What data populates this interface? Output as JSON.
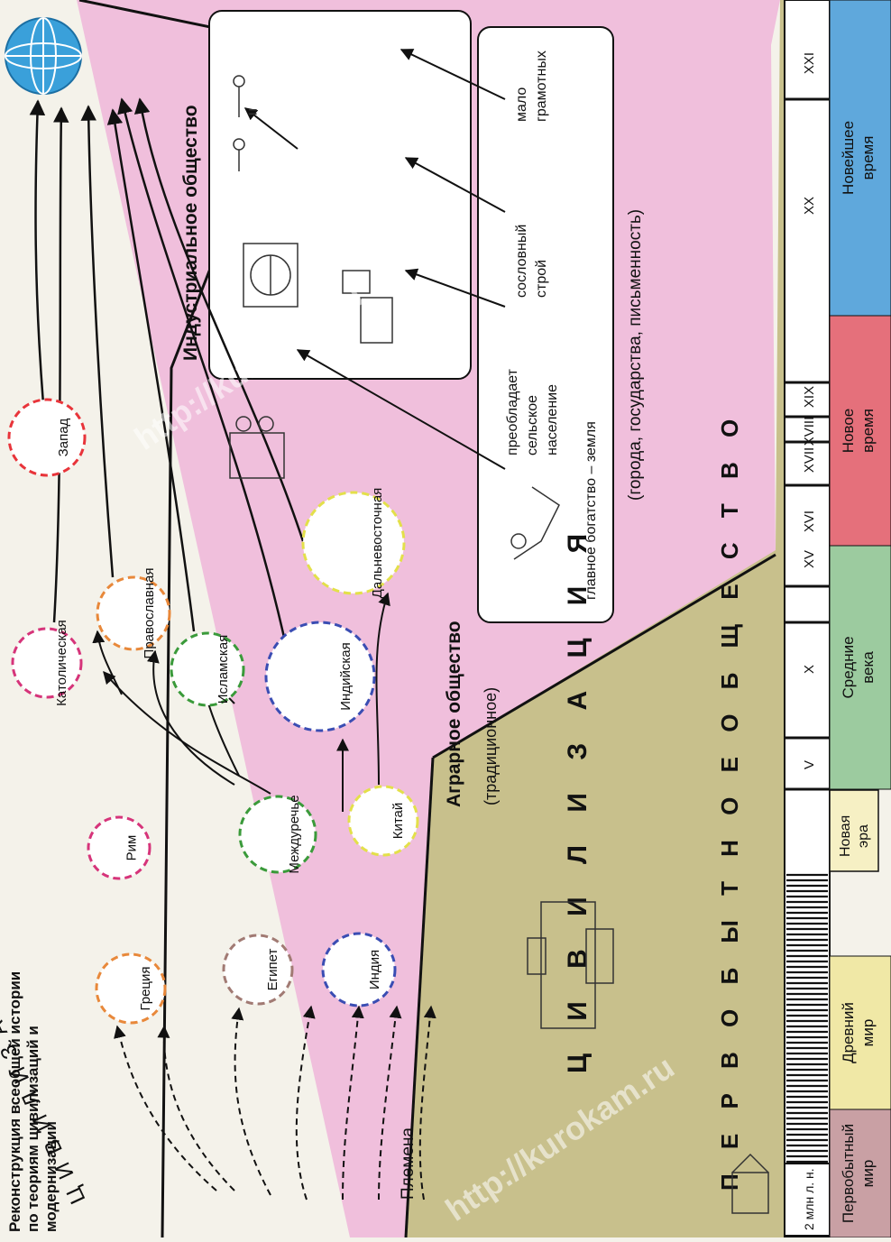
{
  "title_lines": [
    "Реконструкция всеобщей истории",
    "по теориям цивилизаций и",
    "модернизации"
  ],
  "big_labels": {
    "civilization_arc": "Ц И В И Л И З А Ц И И",
    "civilization": "Ц И В И Л И З А Ц И Я",
    "primitive_society": "П Е Р В О Б Ы Т Н О Е   О Б Щ Е С Т В О"
  },
  "tribes_label": "Племена",
  "agrarian": {
    "title": "Аграрное общество",
    "subtitle": "(традиционное)",
    "wealth": "главное богатство – земля",
    "features": "(города, государства, письменность)",
    "notes": [
      "преобладает",
      "сельское",
      "население",
      "сословный",
      "строй",
      "мало",
      "грамотных"
    ]
  },
  "industrial": {
    "title": "Индустриальное общество"
  },
  "civilizations": [
    {
      "name": "Греция"
    },
    {
      "name": "Рим"
    },
    {
      "name": "Египет"
    },
    {
      "name": "Междуречье"
    },
    {
      "name": "Индия"
    },
    {
      "name": "Китай"
    },
    {
      "name": "Католическая"
    },
    {
      "name": "Православная"
    },
    {
      "name": "Исламская"
    },
    {
      "name": "Индийская"
    },
    {
      "name": "Дальневосточная"
    },
    {
      "name": "Запад"
    }
  ],
  "timeline": {
    "start_label": "2 млн л. н.",
    "new_era": [
      "Новая",
      "эра"
    ],
    "centuries": [
      "V",
      "X",
      "XV",
      "XVI",
      "XVII",
      "XVIII",
      "XIX",
      "XX",
      "XXI"
    ],
    "periods": [
      {
        "label": [
          "Первобытный",
          "мир"
        ],
        "color": "#c9a0a4"
      },
      {
        "label": [
          "Древний",
          "мир"
        ],
        "color": "#f0e8a6"
      },
      {
        "label": [
          "Средние",
          "века"
        ],
        "color": "#9ccb9f"
      },
      {
        "label": [
          "Новое",
          "время"
        ],
        "color": "#e5707b"
      },
      {
        "label": [
          "Новейшее",
          "время"
        ],
        "color": "#5fa8dc"
      }
    ]
  },
  "watermark": "http://kurokam.ru",
  "colors": {
    "pink": "#f0bfdc",
    "olive": "#c8c08c",
    "white": "#ffffff"
  }
}
